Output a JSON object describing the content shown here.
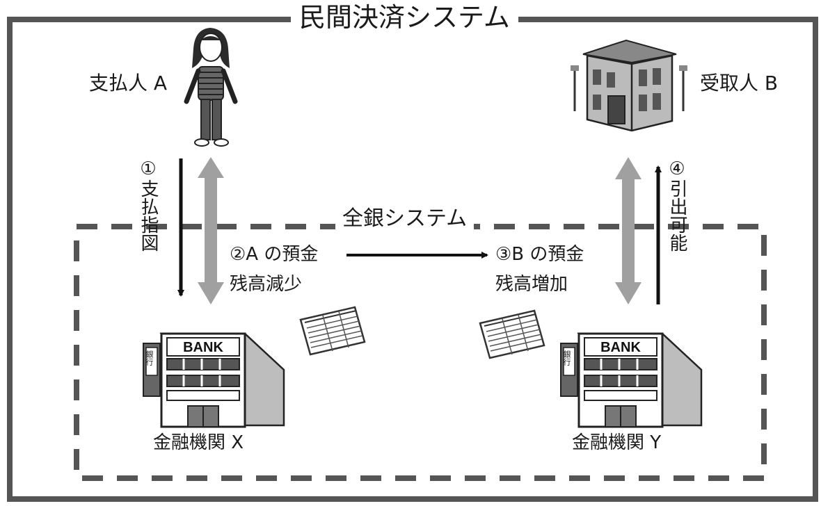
{
  "outer_system_title": "民間決済システム",
  "inner_system_title": "全銀システム",
  "payer_label": "支払人 A",
  "payee_label": "受取人 B",
  "step1_label": "①支払指図",
  "step2_line1": "②A の預金",
  "step2_line2": "残高減少",
  "step3_line1": "③B の預金",
  "step3_line2": "残高増加",
  "step4_label": "④引出可能",
  "bank_x_label": "金融機関 X",
  "bank_y_label": "金融機関 Y",
  "bank_sign_text": "BANK",
  "bank_side_sign": "銀行"
}
